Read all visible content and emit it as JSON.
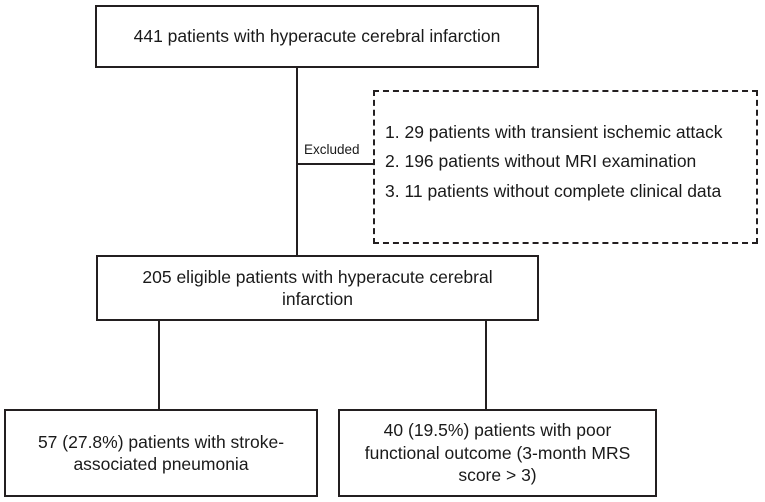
{
  "diagram": {
    "type": "study-flow-diagram",
    "boxes": {
      "total_cohort": {
        "text": "441 patients with hyperacute cerebral infarction",
        "count": 441
      },
      "eligible": {
        "text": "205 eligible patients with hyperacute cerebral infarction",
        "count": 205
      },
      "excluded": {
        "label": "Excluded",
        "items": [
          "1. 29 patients with transient ischemic attack",
          "2. 196 patients without MRI examination",
          "3. 11 patients without complete clinical data"
        ]
      },
      "outcome_pneumonia": {
        "text": "57  (27.8%) patients with stroke-\nassociated pneumonia",
        "count": 57,
        "percent": "27.8%"
      },
      "outcome_functional": {
        "text": "40  (19.5%) patients with poor\nfunctional outcome (3-month MRS\nscore > 3)",
        "count": 40,
        "percent": "19.5%"
      }
    },
    "colors": {
      "stroke": "#231f20",
      "background": "#ffffff",
      "text": "#1a1a1a"
    }
  }
}
